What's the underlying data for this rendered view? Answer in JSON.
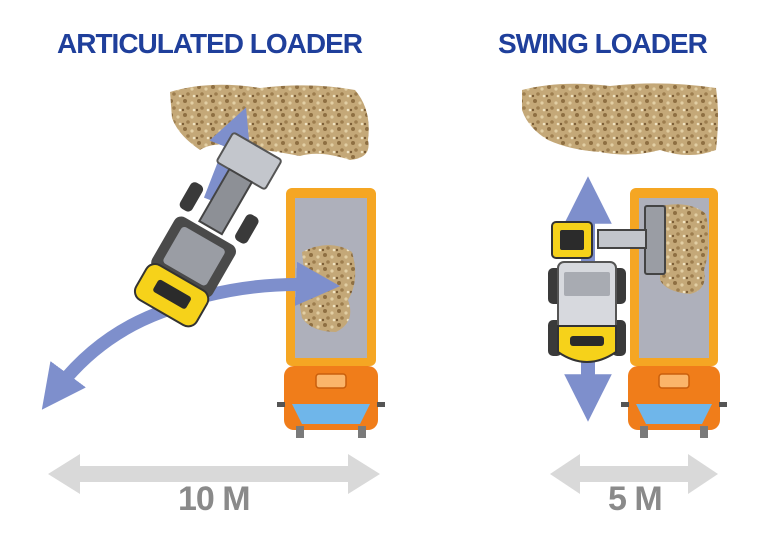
{
  "panels": [
    {
      "title": "ARTICULATED LOADER",
      "distance": "10 M"
    },
    {
      "title": "SWING LOADER",
      "distance": "5 M"
    }
  ],
  "colors": {
    "title": "#1f3f9b",
    "arrow": "#7e8fcc",
    "truck_body": "#f5a623",
    "truck_cab": "#f07d1a",
    "loader_yellow": "#f6d21a",
    "material": "#b89a6a",
    "dimension": "#d9d9d9",
    "dimension_text": "#8a8a8a"
  }
}
